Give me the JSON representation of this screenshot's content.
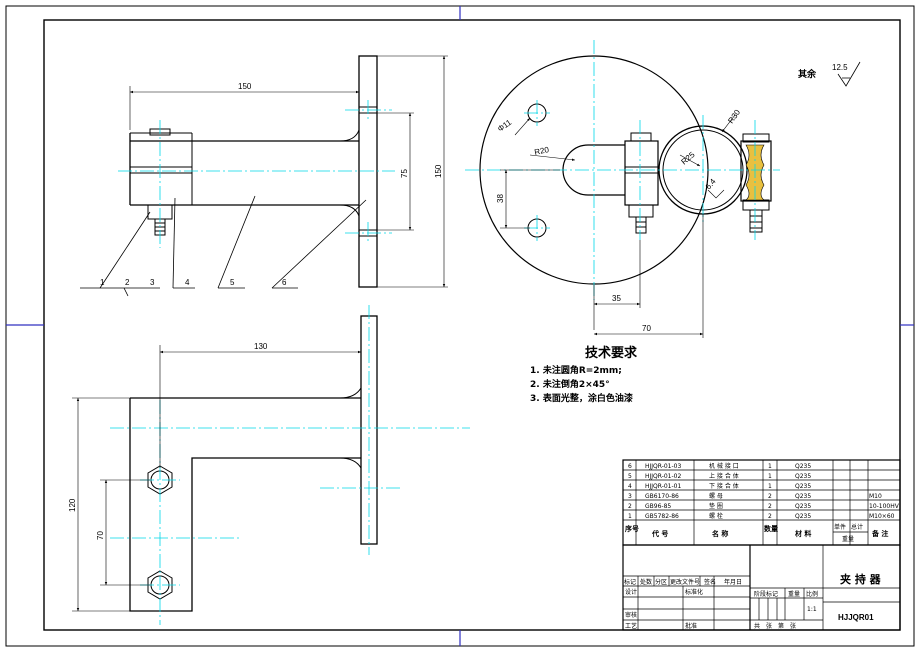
{
  "colors": {
    "outline": "#000000",
    "centerline": "#00d8e8",
    "dimension": "#000000",
    "weld": "#e8c040",
    "frame_mark": "#3030c0"
  },
  "dimensions": {
    "len_150_top": "150",
    "len_75": "75",
    "len_150_right": "150",
    "phi11": "Φ11",
    "r20": "R20",
    "r25": "R25",
    "r30": "R30",
    "roughness_6_4": "6.4",
    "len_38": "38",
    "len_35": "35",
    "len_70_h": "70",
    "len_130": "130",
    "len_120": "120",
    "len_70_v": "70"
  },
  "balloons": [
    "1",
    "2",
    "3",
    "4",
    "5",
    "6"
  ],
  "roughness_note": {
    "label": "其余",
    "value": "12.5"
  },
  "tech_requirements": {
    "title": "技术要求",
    "items": [
      "1. 未注圆角R=2mm;",
      "2. 未注倒角2×45°",
      "3. 表面光整，涂白色油漆"
    ]
  },
  "bom": {
    "rows": [
      {
        "no": "6",
        "code": "HJJQR-01-03",
        "name": "机 械 接 口",
        "qty": "1",
        "material": "Q235",
        "note": ""
      },
      {
        "no": "5",
        "code": "HJJQR-01-02",
        "name": "上 接 合 体",
        "qty": "1",
        "material": "Q235",
        "note": ""
      },
      {
        "no": "4",
        "code": "HJJQR-01-01",
        "name": "下 接 合 体",
        "qty": "1",
        "material": "Q235",
        "note": ""
      },
      {
        "no": "3",
        "code": "GB6170-86",
        "name": "螺 母",
        "qty": "2",
        "material": "Q235",
        "note": "M10"
      },
      {
        "no": "2",
        "code": "GB96-85",
        "name": "垫 圈",
        "qty": "2",
        "material": "Q235",
        "note": "10-100HV"
      },
      {
        "no": "1",
        "code": "GB5782-86",
        "name": "螺 栓",
        "qty": "2",
        "material": "Q235",
        "note": "M10×60"
      }
    ],
    "header": {
      "no": "序号",
      "code": "代 号",
      "name": "名 称",
      "qty": "数量",
      "material": "材 料",
      "single": "单件",
      "total": "总计",
      "weight": "重量",
      "note": "备 注"
    }
  },
  "title_block": {
    "row_labels": [
      "标记",
      "处数",
      "分区",
      "更改文件号",
      "签名",
      "年月日"
    ],
    "design": "设计",
    "standard": "标准化",
    "review": "审核",
    "process": "工艺",
    "approve": "批准",
    "stage_mark": "阶段标记",
    "weight": "重量",
    "scale": "比例",
    "scale_value": "1:1",
    "sheets": "共　张　第　张",
    "drawing_name": "夹 持 器",
    "drawing_code": "HJJQR01"
  }
}
